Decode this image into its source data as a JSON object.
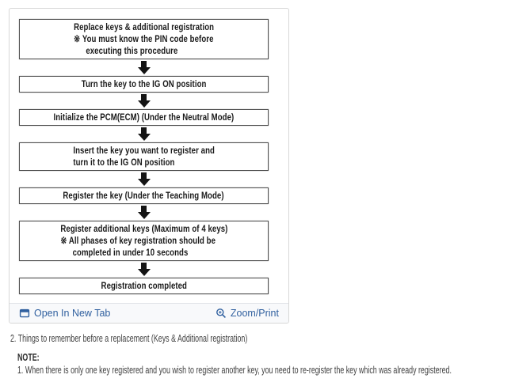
{
  "panel": {
    "flowchart": {
      "steps": [
        {
          "lines": [
            "Replace keys & additional registration",
            "※ You must know the PIN code before",
            "executing this procedure"
          ]
        },
        {
          "lines": [
            "Turn the key to the IG ON position"
          ]
        },
        {
          "lines": [
            "Initialize the PCM(ECM) (Under the Neutral Mode)"
          ]
        },
        {
          "lines": [
            "Insert the key you want to register and",
            "turn it to the IG ON position"
          ]
        },
        {
          "lines": [
            "Register the key (Under the Teaching Mode)"
          ]
        },
        {
          "lines": [
            "Register additional keys (Maximum of 4 keys)",
            "※ All phases of key registration should be",
            "completed in under 10 seconds"
          ]
        },
        {
          "lines": [
            "Registration completed"
          ]
        }
      ]
    },
    "footer": {
      "open_in_new_tab_label": "Open In New Tab",
      "zoom_print_label": "Zoom/Print"
    }
  },
  "content": {
    "heading": "2. Things to remember before a replacement (Keys & Additional registration)",
    "note_label": "NOTE:",
    "note_item": "1. When there is only one key registered and you wish to register another key, you need to re-register the key which was already registered."
  },
  "icons": {
    "open_in_new_tab": "open-in-new-tab-icon",
    "zoom_print": "magnifier-icon",
    "flow_arrow": "down-arrow-icon"
  },
  "colors": {
    "link_blue": "#30609f",
    "panel_border": "#d7d7d7",
    "box_border": "#4f4f4f",
    "arrow_black": "#141414"
  }
}
